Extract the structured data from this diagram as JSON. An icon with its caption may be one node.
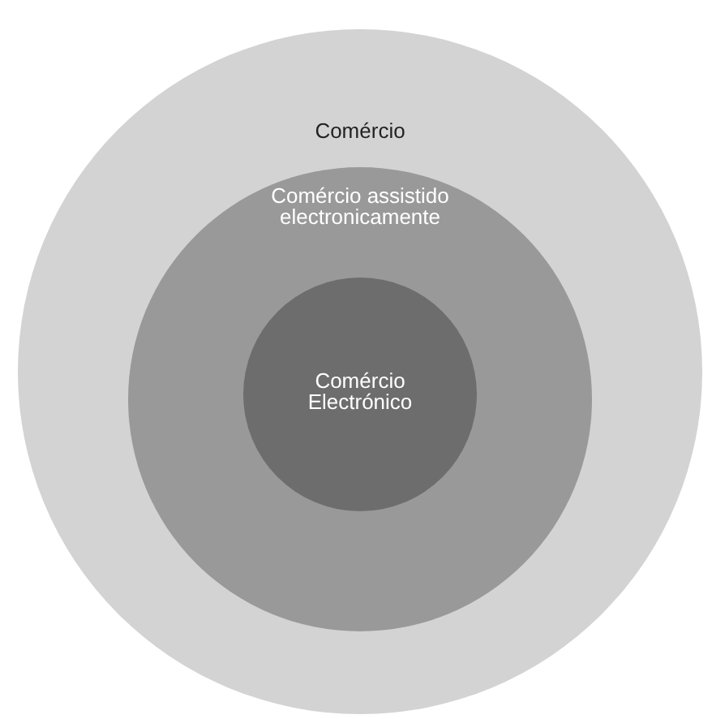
{
  "diagram": {
    "nodes": [
      {
        "text": [
          "Comércio"
        ]
      },
      {
        "text": [
          "Comércio assistido electronicamente"
        ],
        "in": 0
      },
      {
        "text": [
          "Comércio Electrónico"
        ],
        "in": 1
      }
    ]
  }
}
